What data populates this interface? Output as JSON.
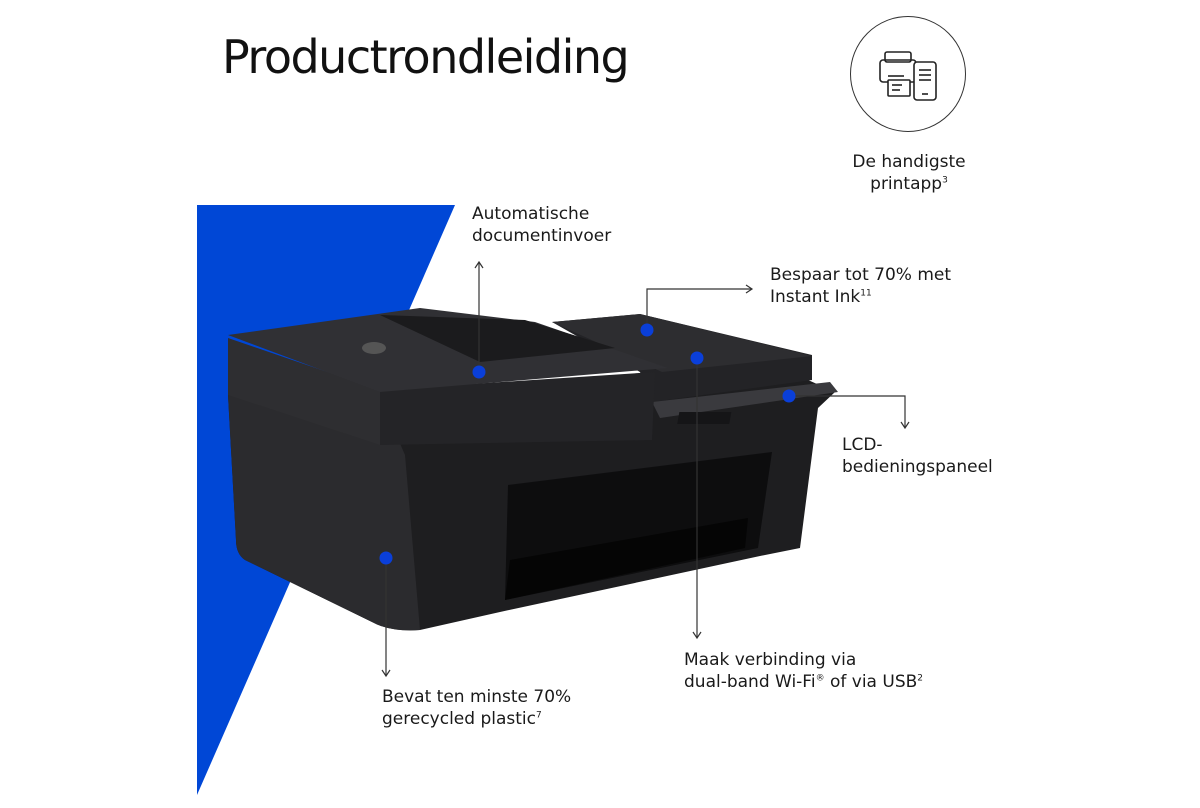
{
  "page": {
    "title": "Productrondleiding"
  },
  "app_badge": {
    "icon": "printer-phone-icon",
    "label_line1": "De handigste",
    "label_line2": "printapp",
    "label_sup": "3"
  },
  "callouts": {
    "adf": {
      "line1": "Automatische",
      "line2": "documentinvoer"
    },
    "instant_ink": {
      "line1": "Bespaar tot 70% met",
      "line2": "Instant Ink",
      "sup": "11"
    },
    "lcd": {
      "line1": "LCD-",
      "line2": "bedieningspaneel"
    },
    "connectivity": {
      "line1": "Maak verbinding via",
      "line2a": "dual-band Wi-Fi",
      "sup_a": "®",
      "line2b": " of via USB",
      "sup_b": "2"
    },
    "plastic": {
      "line1": "Bevat ten minste 70%",
      "line2": "gerecycled plastic",
      "sup": "7"
    }
  },
  "colors": {
    "accent_blue": "#0047d6",
    "dot_blue": "#0a3fd9",
    "printer_dark": "#1c1c1e",
    "printer_mid": "#2a2a2c"
  }
}
